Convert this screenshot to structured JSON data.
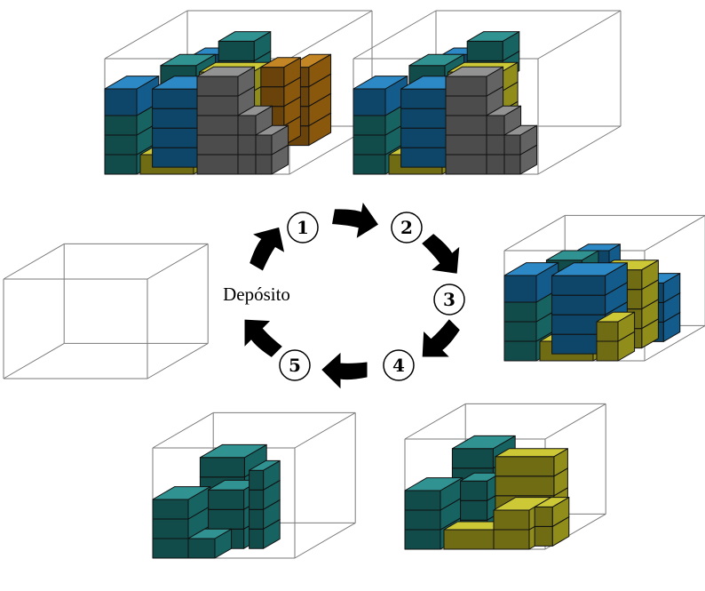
{
  "depot_label": "Depósito",
  "steps": [
    {
      "number": "1"
    },
    {
      "number": "2"
    },
    {
      "number": "3"
    },
    {
      "number": "4"
    },
    {
      "number": "5"
    }
  ],
  "colors": {
    "blue": "#1a7fc0",
    "teal": "#1e8a88",
    "yellow": "#c9c425",
    "orange": "#bf7a12",
    "gray": "#8a8a8a",
    "arrow": "#000000",
    "box_outline": "#7a7a7a"
  },
  "containers": [
    {
      "name": "container-step-1",
      "layers": [
        "teal",
        "blue",
        "yellow",
        "orange",
        "gray"
      ]
    },
    {
      "name": "container-step-2",
      "layers": [
        "teal",
        "blue",
        "yellow",
        "gray"
      ]
    },
    {
      "name": "container-step-3",
      "layers": [
        "teal",
        "blue",
        "yellow"
      ]
    },
    {
      "name": "container-step-4",
      "layers": [
        "teal",
        "yellow"
      ]
    },
    {
      "name": "container-step-5",
      "layers": [
        "teal"
      ]
    },
    {
      "name": "container-depot-empty",
      "layers": []
    }
  ]
}
